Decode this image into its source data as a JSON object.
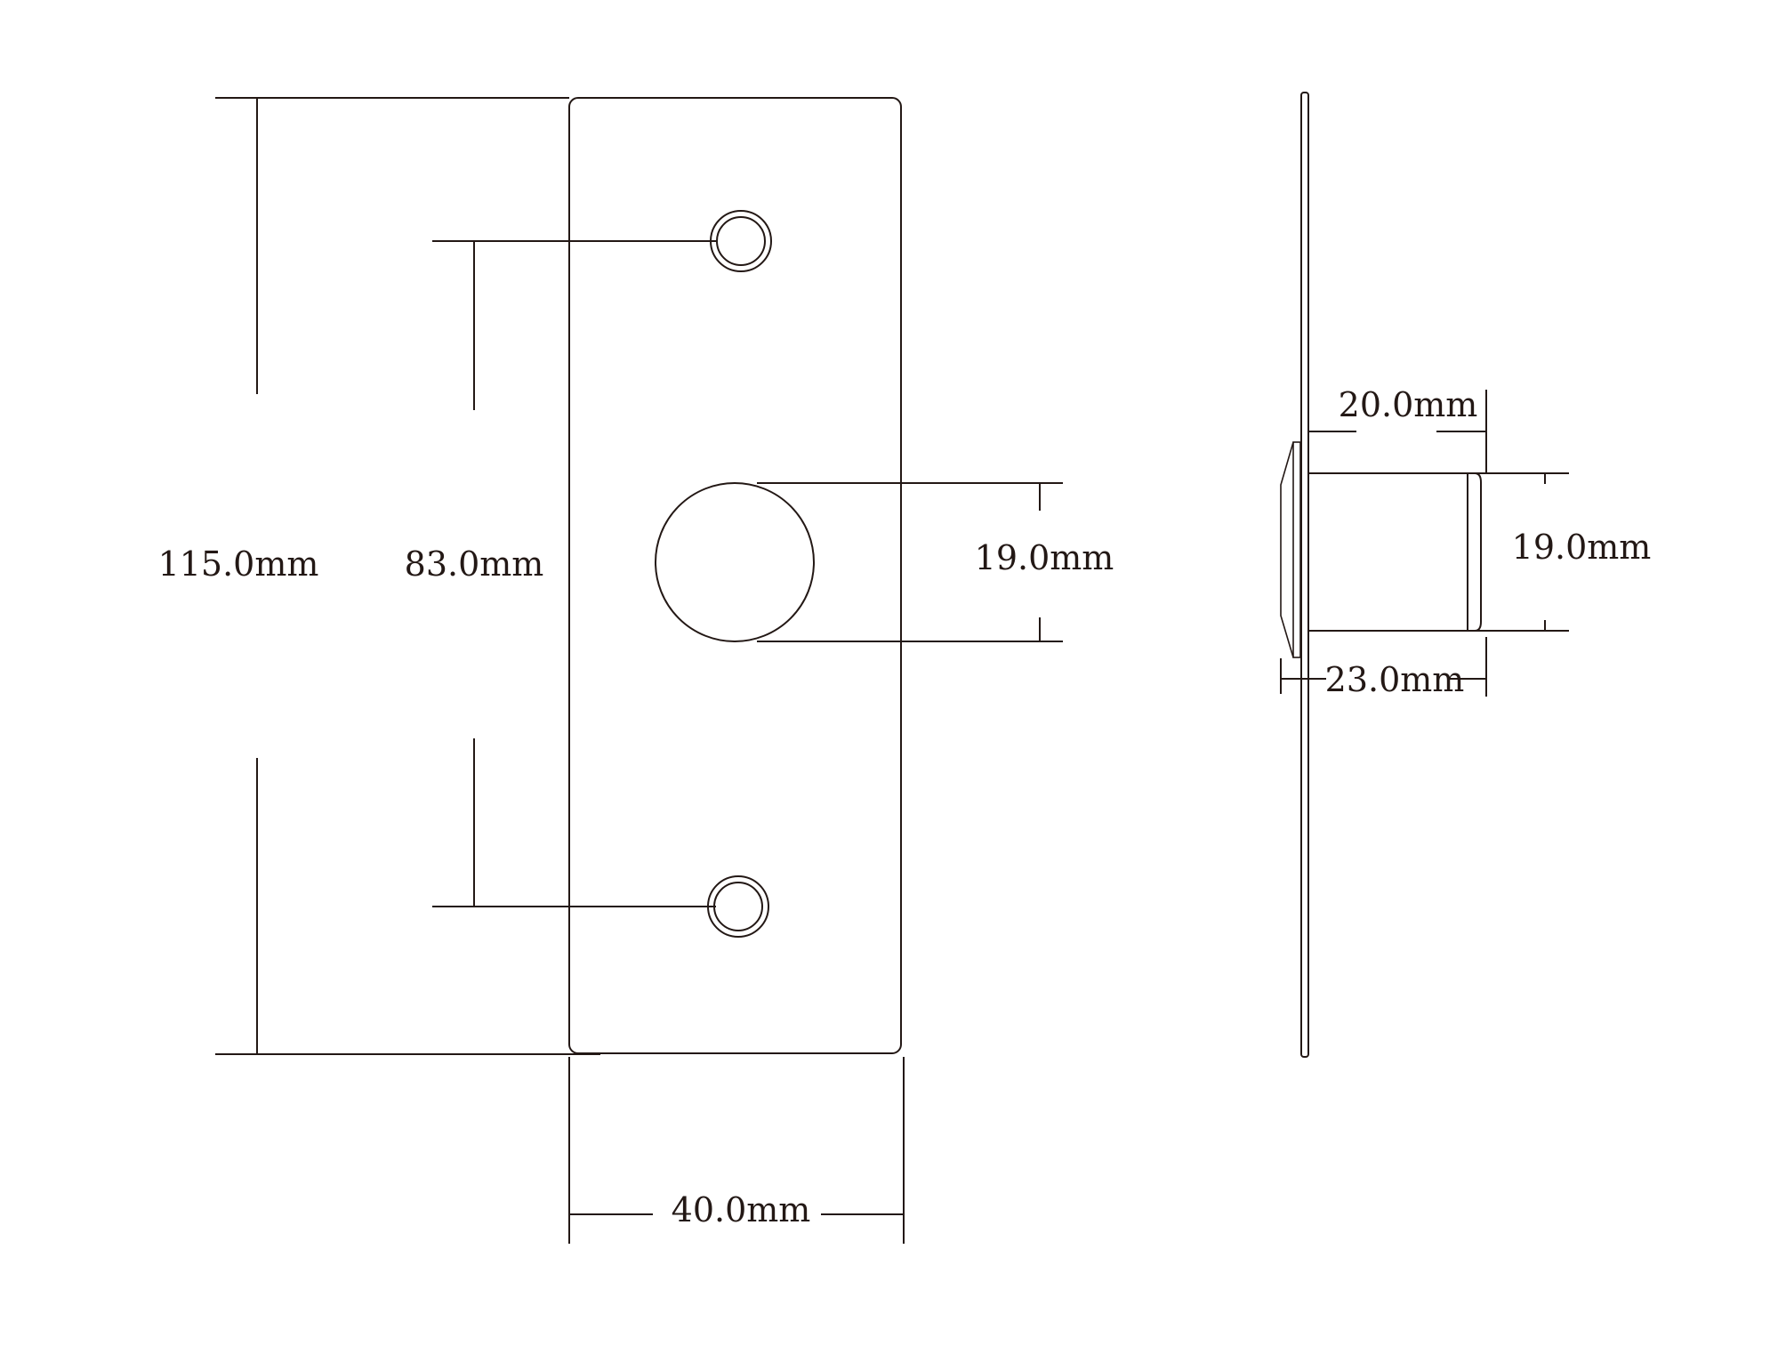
{
  "colors": {
    "line": "#231815",
    "background": "#ffffff"
  },
  "front_view": {
    "height_label": "115.0mm",
    "hole_spacing_label": "83.0mm",
    "button_diameter_label": "19.0mm",
    "width_label": "40.0mm"
  },
  "side_view": {
    "body_length_label": "20.0mm",
    "button_diameter_label": "19.0mm",
    "total_depth_label": "23.0mm"
  }
}
